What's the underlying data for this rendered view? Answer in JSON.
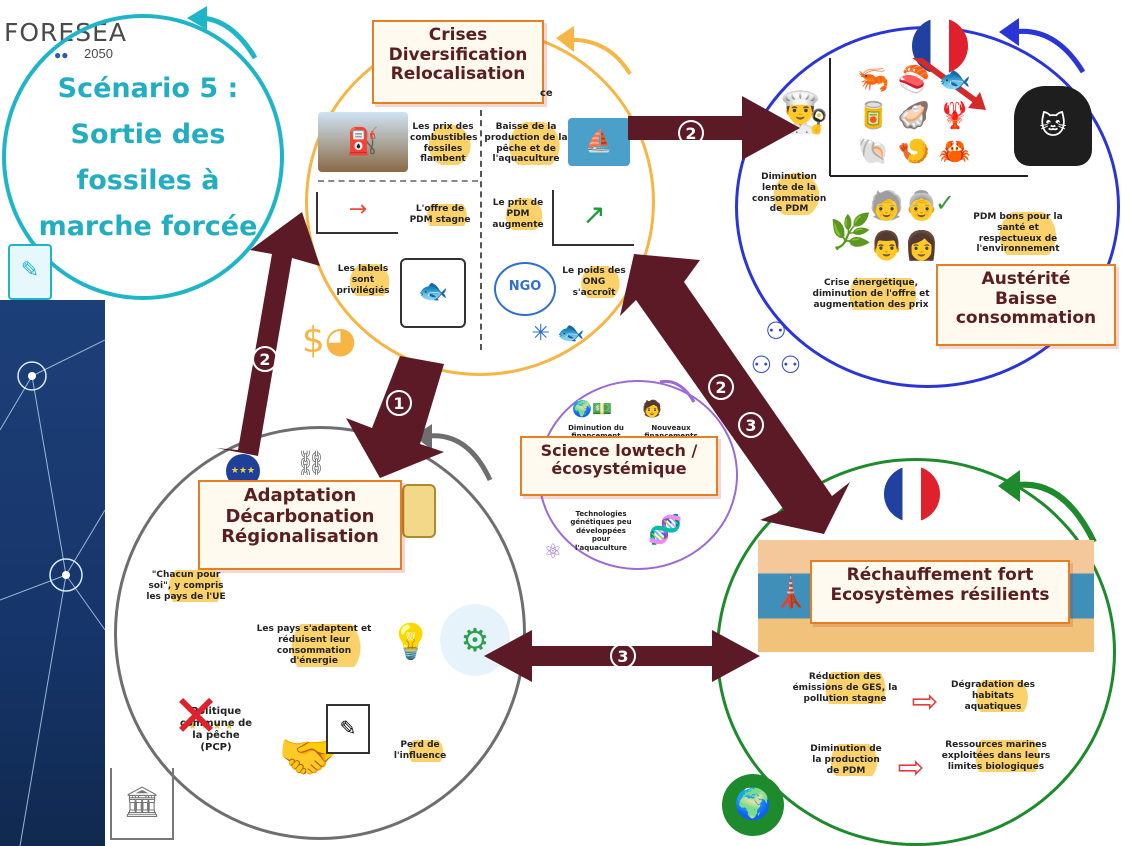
{
  "brand": {
    "name": "FORESEA",
    "year": "2050"
  },
  "scenario_title": [
    "Scénario 5 :",
    "Sortie des",
    "fossiles à",
    "marche forcée"
  ],
  "boxes": {
    "crises": [
      "Crises",
      "Diversification",
      "Relocalisation"
    ],
    "austerite": [
      "Austérité",
      "Baisse",
      "consommation"
    ],
    "adaptation": [
      "Adaptation",
      "Décarbonation",
      "Régionalisation"
    ],
    "science": [
      "Science lowtech /",
      "écosystémique"
    ],
    "rechauffement": [
      "Réchauffement fort",
      "Ecosystèmes résilients"
    ]
  },
  "crises_notes": {
    "prix_combustibles": "Les prix des combustibles fossiles flambent",
    "offre_pdm": "L'offre de PDM stagne",
    "labels": "Les labels sont privilégiés",
    "baisse_production": "Baisse de la production de la pêche et de l'aquaculture",
    "prix_pdm": "Le prix de PDM augmente",
    "poids_ong": "Le poids des ONG s'accroît",
    "ngo": "NGO",
    "partial": "ce"
  },
  "austerite_notes": {
    "diminution_lente": "Diminution lente de la consommation de PDM",
    "pdm_bons": "PDM bons pour la santé et respectueux de l'environnement",
    "crise_energetique": "Crise énergétique, diminution de l'offre et augmentation des prix"
  },
  "adaptation_notes": {
    "chacun": "\"Chacun pour soi\", y compris les pays de l'UE",
    "pays_adaptent": "Les pays s'adaptent et réduisent leur consommation d'énergie",
    "pcp": "Politique commune de la pêche (PCP)",
    "perd": "Perd de l'influence"
  },
  "science_notes": {
    "diminution_financement": "Diminution du financement",
    "nouveaux_financements": "Nouveaux financements nationaux",
    "technologies": "Technologies génétiques peu développées pour l'aquaculture"
  },
  "rechauffement_notes": {
    "reduction": "Réduction des émissions de GES, la pollution stagne",
    "degradation": "Dégradation des habitats aquatiques",
    "diminution_production": "Diminution de la production de PDM",
    "ressources": "Ressources marines exploitées dans leurs limites biologiques"
  },
  "arrow_numbers": {
    "n1": "1",
    "n2": "2",
    "n3": "3"
  },
  "colors": {
    "arrow": "#5b1a26",
    "cyan": "#1fb5c8",
    "orange": "#f6b544",
    "blue": "#2a35d8",
    "gray": "#6e6e6e",
    "green": "#1d8a2c",
    "purple": "#9a6ad6"
  }
}
